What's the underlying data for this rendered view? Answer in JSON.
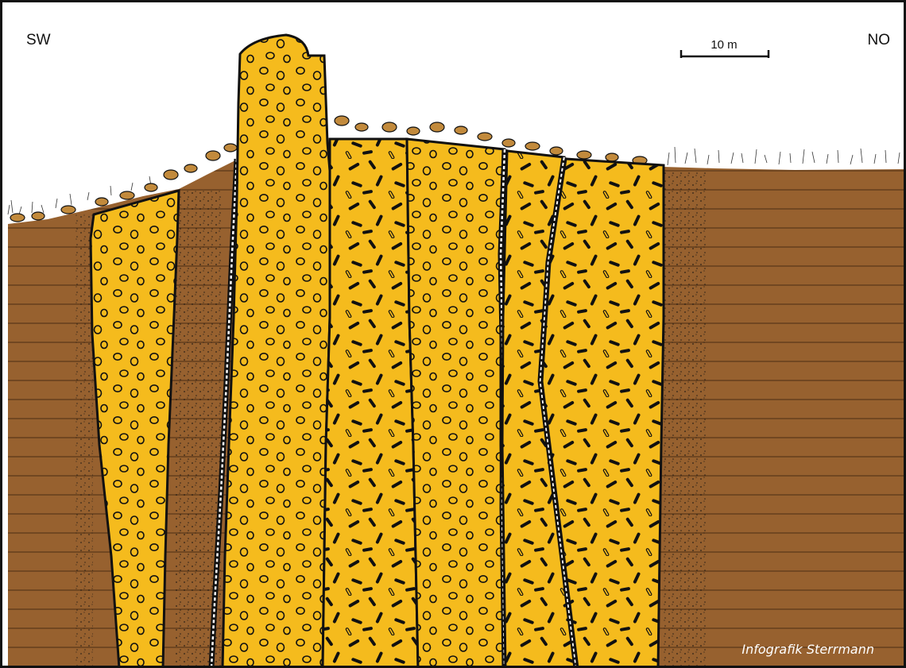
{
  "labels": {
    "left_direction": "SW",
    "right_direction": "NO",
    "scale_bar": "10 m",
    "credit": "Infografik Sterrmann"
  },
  "colors": {
    "host_rock": "#97612f",
    "dyke_fill": "#f5bb1d",
    "outline": "#111111",
    "bedding_lines": "#5a3718",
    "background": "#ffffff"
  },
  "icons": {
    "round_clast": "round-clast-icon",
    "elongated_crystal": "crystal-lath-icon"
  }
}
